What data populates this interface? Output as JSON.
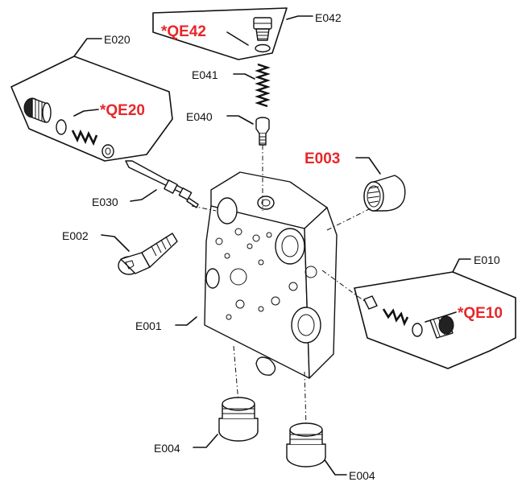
{
  "labels": {
    "e042": "E042",
    "qe42": "*QE42",
    "e041": "E041",
    "e040": "E040",
    "e020": "E020",
    "qe20": "*QE20",
    "e003": "E003",
    "e030": "E030",
    "e002": "E002",
    "e010": "E010",
    "qe10": "*QE10",
    "e001": "E001",
    "e004_left": "E004",
    "e004_right": "E004"
  },
  "colors": {
    "highlight": "#e8262a",
    "ink": "#111111"
  }
}
